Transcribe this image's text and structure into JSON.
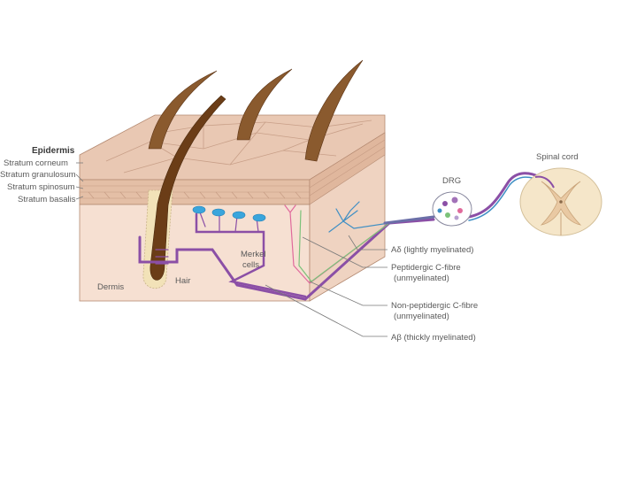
{
  "labels": {
    "epidermis": "Epidermis",
    "stratum_corneum": "Stratum corneum",
    "stratum_granulosum": "Stratum granulosum",
    "stratum_spinosum": "Stratum spinosum",
    "stratum_basalis": "Stratum basalis",
    "dermis": "Dermis",
    "hair": "Hair",
    "merkel_line1": "Merkel",
    "merkel_line2": "cells",
    "drg": "DRG",
    "spinal_cord": "Spinal cord",
    "a_delta": "Aδ (lightly myelinated)",
    "peptidergic_line1": "Peptidergic C-fibre",
    "peptidergic_line2": "(unmyelinated)",
    "nonpeptidergic_line1": "Non-peptidergic C-fibre",
    "nonpeptidergic_line2": "(unmyelinated)",
    "a_beta": "Aβ (thickly myelinated)"
  },
  "colors": {
    "skin_top": "#e9c8b3",
    "skin_front": "#f6e0d2",
    "skin_side": "#e6c4ae",
    "hair": "#6b3d17",
    "a_beta_fibre": "#8b4fa6",
    "a_delta_fibre": "#3f8fc4",
    "peptidergic_fibre": "#e06a9c",
    "nonpeptidergic_fibre": "#7cc27a",
    "merkel_cell": "#3aa5dc",
    "spinal_cord_fill": "#f5e6c9"
  }
}
